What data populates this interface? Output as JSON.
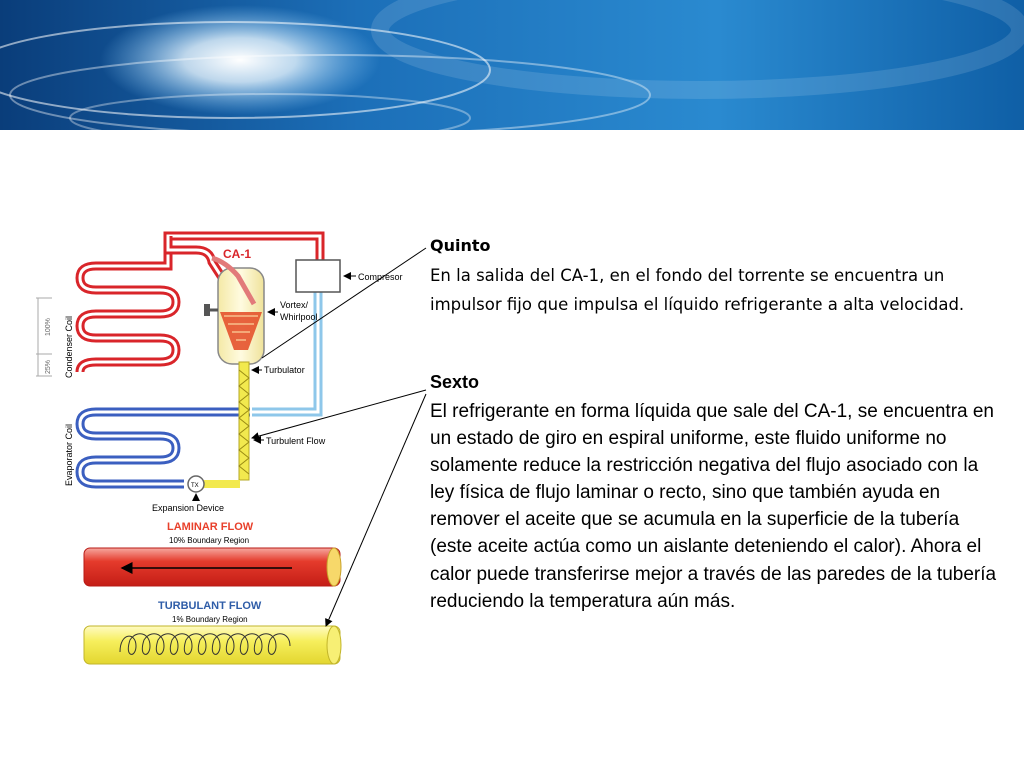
{
  "diagram": {
    "labels": {
      "ca1": "CA-1",
      "compressor": "Compresor",
      "vortex_line1": "Vortex/",
      "vortex_line2": "Whirlpool",
      "turbulator": "Turbulator",
      "turbulent_flow": "Turbulent Flow",
      "expansion_device": "Expansion Device",
      "tx": "TX",
      "condenser_coil": "Condenser Coil",
      "evaporator_coil": "Evaporator Coil",
      "scale_100": "100%",
      "scale_25": "25%",
      "laminar_title": "LAMINAR FLOW",
      "laminar_sub": "10% Boundary Region",
      "turbulant_title": "TURBULANT FLOW",
      "turbulant_sub": "1% Boundary Region"
    },
    "colors": {
      "hot_line": "#d9252a",
      "cold_line": "#3b5fc0",
      "return_line": "#8ec7ea",
      "turbulator": "#f2e94e",
      "laminar_title": "#e8402b",
      "turbulant_title": "#2f5da8"
    }
  },
  "text": {
    "quinto_title": "Quinto",
    "quinto_body": "En la salida del CA-1, en el fondo del torrente se encuentra un impulsor fijo que impulsa el líquido  refrigerante  a alta velocidad.",
    "sexto_title": "Sexto",
    "sexto_body": "El refrigerante en forma líquida que sale del  CA-1, se encuentra en un estado de giro en espiral uniforme, este fluido uniforme no solamente reduce la restricción negativa del flujo asociado con la ley física de flujo laminar o recto, sino que también ayuda en remover el aceite que se acumula en la superficie de la tubería (este aceite actúa como un aislante deteniendo el calor). Ahora el calor puede transferirse mejor a través de las paredes de la tubería reduciendo la temperatura aún más."
  }
}
